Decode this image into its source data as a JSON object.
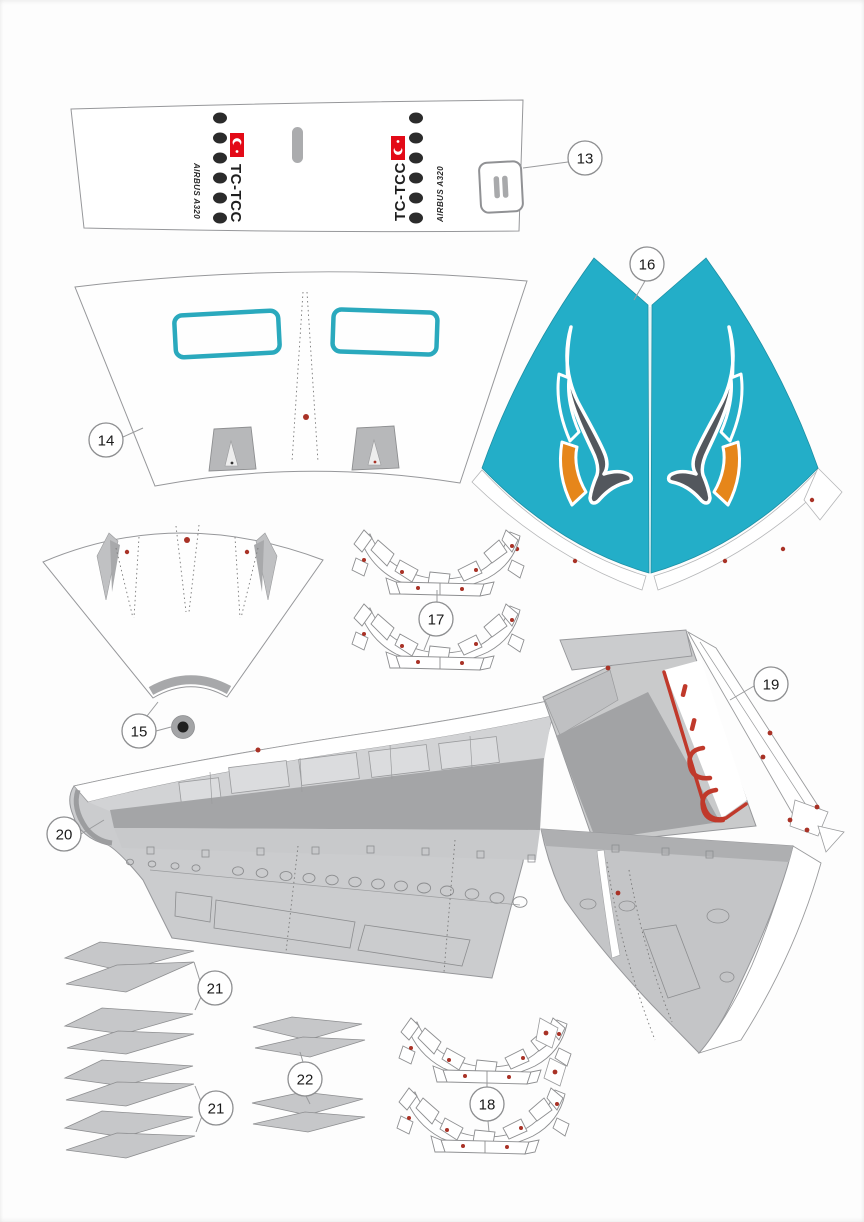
{
  "fuselage_band": {
    "registration_left": "TC-TCC",
    "registration_right": "TC-TCC",
    "aircraft_left": "AIRBUS A320",
    "aircraft_right": "AIRBUS A320"
  },
  "callouts": {
    "part13": "13",
    "part14": "14",
    "part15": "15",
    "part16": "16",
    "part17": "17",
    "part18": "18",
    "part19": "19",
    "part20": "20",
    "part21a": "21",
    "part21b": "21",
    "part22": "22"
  },
  "icons": {
    "turkish_flag": "turkish-flag",
    "overwing_exit": "exit-door-marking",
    "tail_logo": "airline-bird-swoosh",
    "nose_tip": "nose-tip-disc"
  },
  "colors": {
    "tail_teal": "#23AEC8",
    "logo_dark_gray": "#53575D",
    "logo_orange": "#E6861A",
    "flag_red": "#E30A17",
    "marking_red": "#C0392B",
    "red_dot": "#A93226",
    "window_frame_teal": "#2AA9BD",
    "part_gray_light": "#D2D3D5",
    "part_gray_mid": "#C8C9CB",
    "part_gray_dark": "#A4A5A7",
    "outline_gray": "#96979A"
  }
}
